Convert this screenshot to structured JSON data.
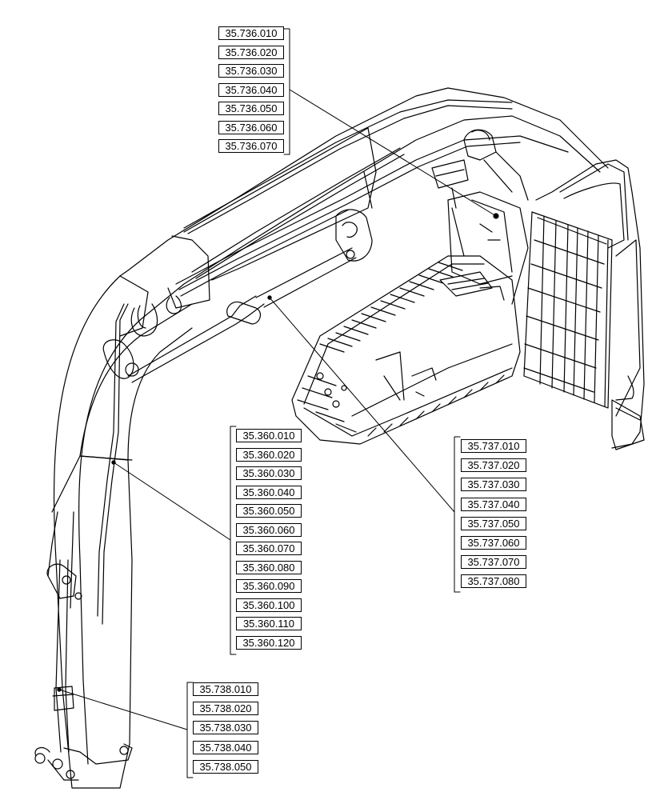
{
  "diagram": {
    "groups": [
      {
        "id": "group-35-736",
        "codes": [
          "35.736.010",
          "35.736.020",
          "35.736.030",
          "35.736.040",
          "35.736.050",
          "35.736.060",
          "35.736.070"
        ]
      },
      {
        "id": "group-35-360",
        "codes": [
          "35.360.010",
          "35.360.020",
          "35.360.030",
          "35.360.040",
          "35.360.050",
          "35.360.060",
          "35.360.070",
          "35.360.080",
          "35.360.090",
          "35.360.100",
          "35.360.110",
          "35.360.120"
        ]
      },
      {
        "id": "group-35-737",
        "codes": [
          "35.737.010",
          "35.737.020",
          "35.737.030",
          "35.737.040",
          "35.737.050",
          "35.737.060",
          "35.737.070",
          "35.737.080"
        ]
      },
      {
        "id": "group-35-738",
        "codes": [
          "35.738.010",
          "35.738.020",
          "35.738.030",
          "35.738.040",
          "35.738.050"
        ]
      }
    ]
  }
}
